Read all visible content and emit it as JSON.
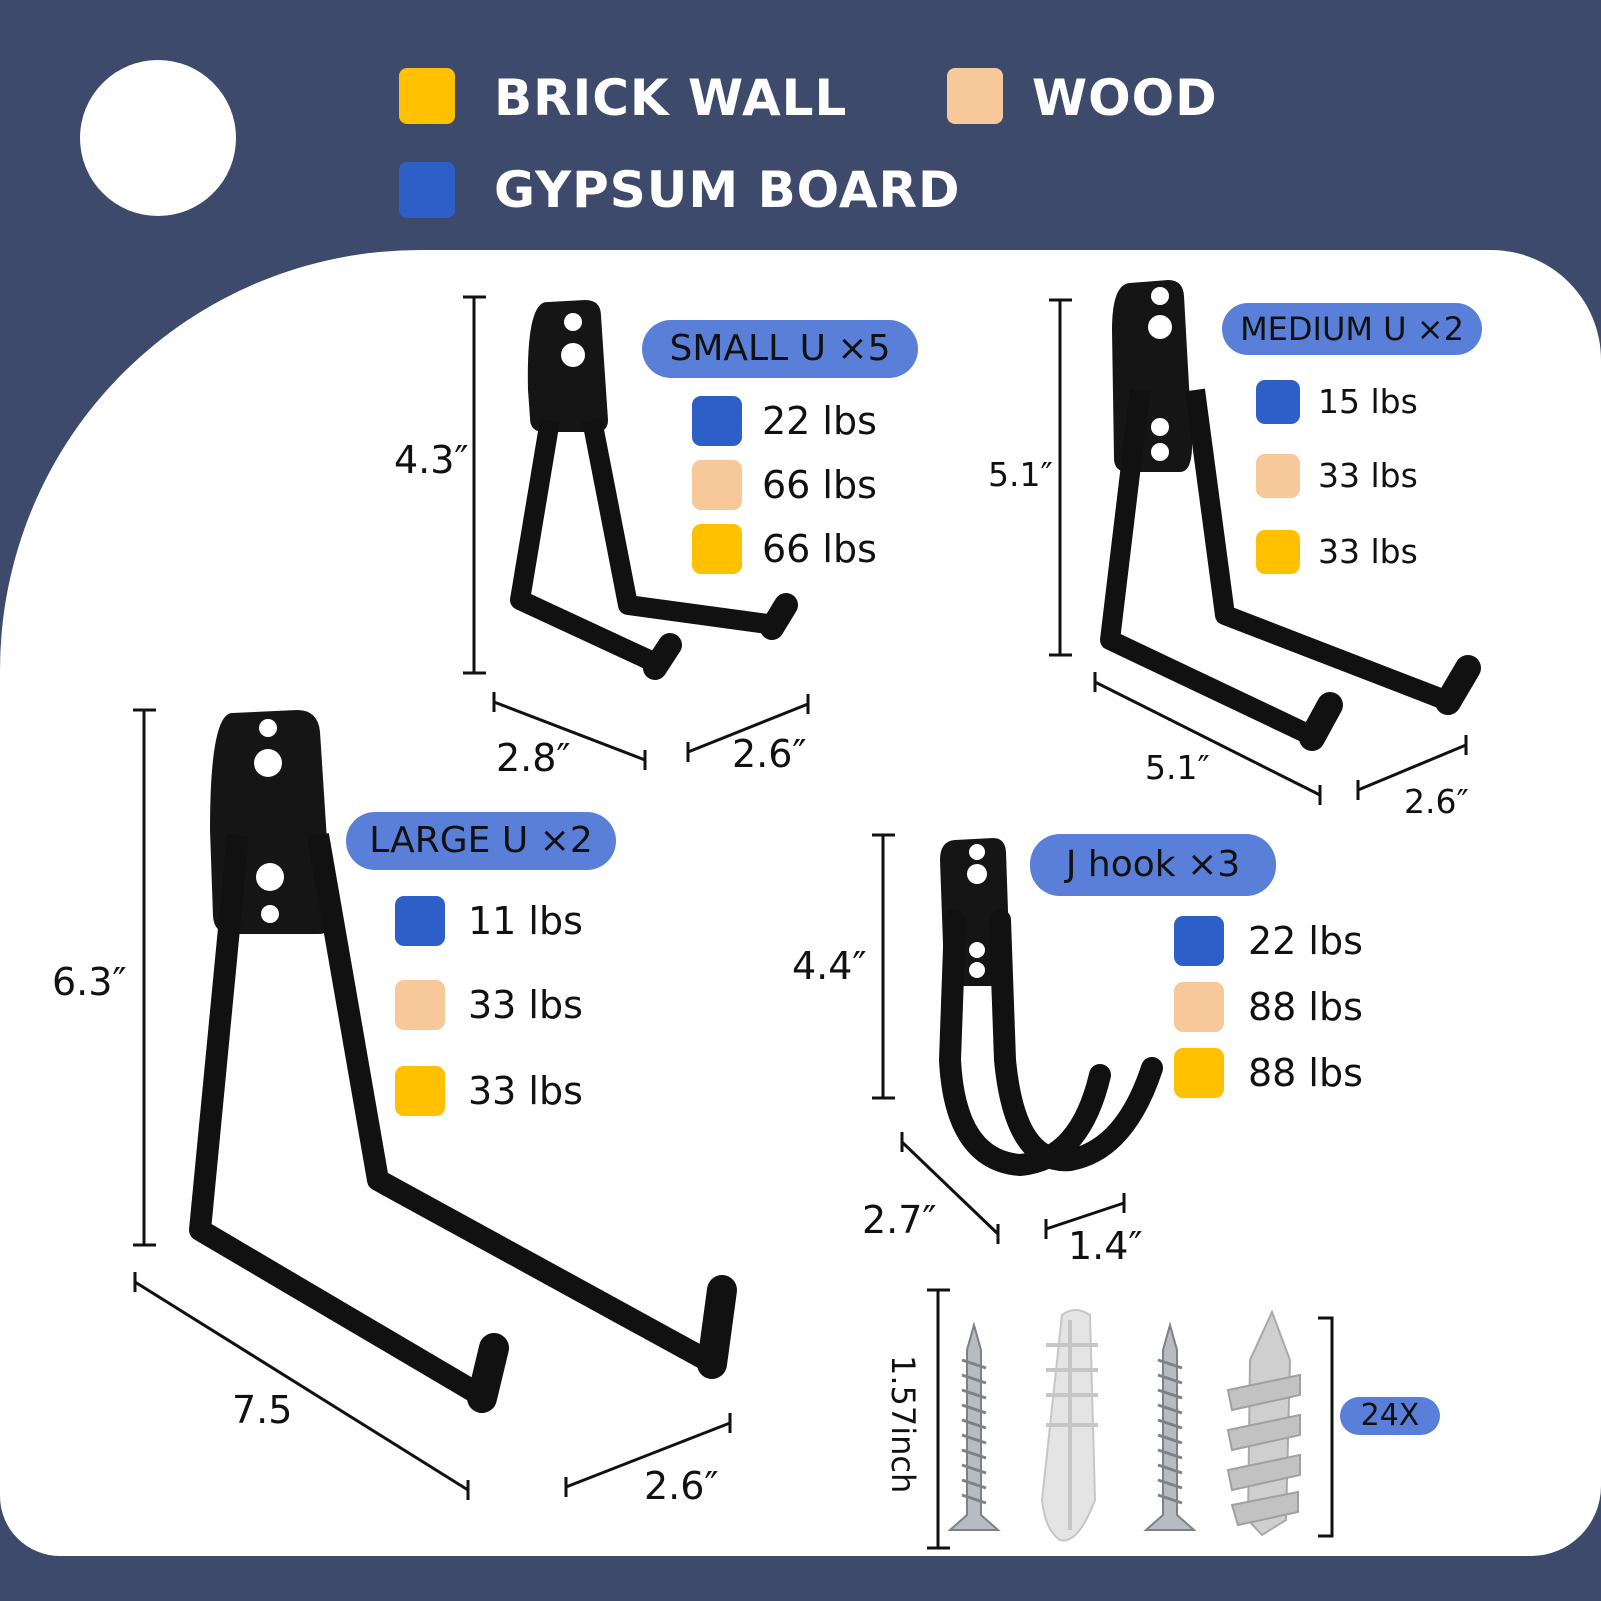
{
  "legend": [
    {
      "label": "BRICK WALL",
      "color": "#ffc000"
    },
    {
      "label": "WOOD",
      "color": "#f7c99a"
    },
    {
      "label": "GYPSUM BOARD",
      "color": "#2e5ec7"
    }
  ],
  "products": {
    "small": {
      "title": "SMALL U ×5",
      "weights": [
        "22 lbs",
        "66 lbs",
        "66 lbs"
      ],
      "dims": {
        "height": "4.3″",
        "width": "2.8″",
        "depth": "2.6″"
      }
    },
    "medium": {
      "title": "MEDIUM U ×2",
      "weights": [
        "15 lbs",
        "33 lbs",
        "33 lbs"
      ],
      "dims": {
        "height": "5.1″",
        "width": "5.1″",
        "depth": "2.6″"
      }
    },
    "large": {
      "title": "LARGE U ×2",
      "weights": [
        "11 lbs",
        "33 lbs",
        "33 lbs"
      ],
      "dims": {
        "height": "6.3″",
        "width": "7.5",
        "depth": "2.6″"
      }
    },
    "jhook": {
      "title": "J hook ×3",
      "weights": [
        "22 lbs",
        "88 lbs",
        "88 lbs"
      ],
      "dims": {
        "height": "4.4″",
        "width": "2.7″",
        "depth": "1.4″"
      }
    }
  },
  "hardware": {
    "length": "1.57inch",
    "count": "24X"
  },
  "colors": {
    "background": "#3d4a6b",
    "pill": "#5a7fd9",
    "gypsum": "#2e5ec7",
    "wood": "#f7c99a",
    "brick": "#ffc000"
  }
}
